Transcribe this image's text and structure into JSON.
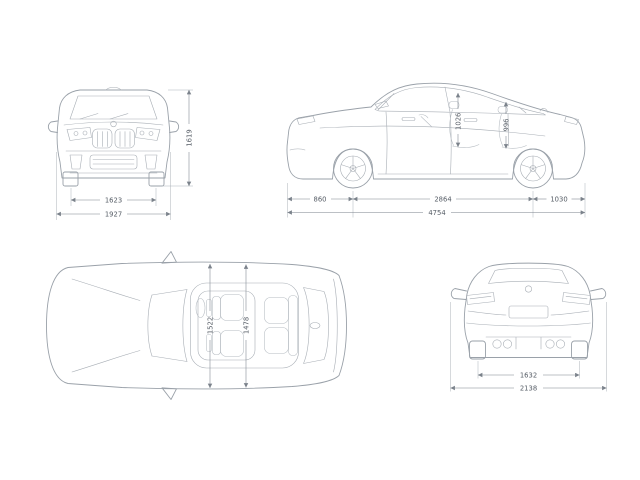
{
  "drawing": {
    "colors": {
      "background": "#ffffff",
      "car_line": "#9aa1a9",
      "dimension_line": "#7b828b",
      "label_text": "#565d66"
    },
    "views": {
      "front": {
        "dims": {
          "track_width": "1623",
          "body_width": "1927",
          "height": "1619"
        }
      },
      "side": {
        "dims": {
          "front_overhang": "860",
          "wheelbase": "2864",
          "rear_overhang": "1030",
          "overall_length": "4754",
          "headroom_front": "1026",
          "headroom_rear": "996"
        }
      },
      "top": {
        "dims": {
          "interior_width_front": "1522",
          "interior_width_rear": "1478"
        }
      },
      "rear": {
        "dims": {
          "track_width": "1632",
          "width_with_mirrors": "2138"
        }
      }
    }
  }
}
